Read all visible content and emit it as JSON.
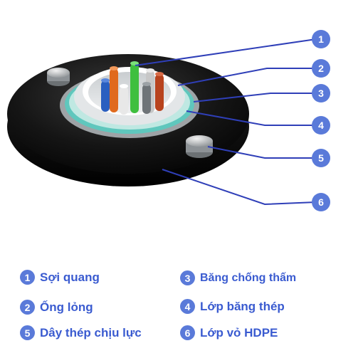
{
  "colors": {
    "accent": "#5a7ad9",
    "legend_text": "#3a5bd0",
    "leader_line": "#2f3fb8"
  },
  "callouts": [
    "1",
    "2",
    "3",
    "4",
    "5",
    "6"
  ],
  "legend": [
    {
      "num": "1",
      "label": "Sợi quang"
    },
    {
      "num": "2",
      "label": "Ống lỏng"
    },
    {
      "num": "3",
      "label": "Băng chống thấm"
    },
    {
      "num": "4",
      "label": "Lớp băng thép"
    },
    {
      "num": "5",
      "label": "Dây thép chịu lực"
    },
    {
      "num": "6",
      "label": "Lớp vỏ HDPE"
    }
  ]
}
